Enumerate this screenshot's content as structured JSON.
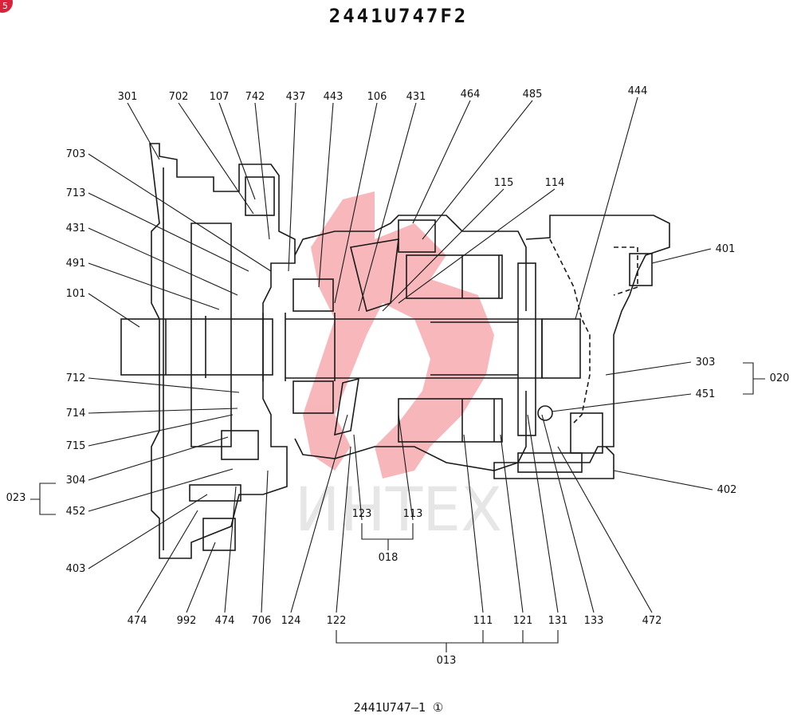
{
  "title": "2441U747F2",
  "footer": "2441U747—1 ①",
  "watermark": "ИНТЕХ",
  "corner_badge": "5",
  "colors": {
    "ink": "#1a1a1a",
    "watermark_red": "#e8313d",
    "watermark_grey": "#b8b8b8",
    "badge": "#d8233a"
  },
  "callouts": [
    {
      "id": "301",
      "text": "301"
    },
    {
      "id": "702",
      "text": "702"
    },
    {
      "id": "107",
      "text": "107"
    },
    {
      "id": "742",
      "text": "742"
    },
    {
      "id": "437",
      "text": "437"
    },
    {
      "id": "443",
      "text": "443"
    },
    {
      "id": "106",
      "text": "106"
    },
    {
      "id": "431a",
      "text": "431"
    },
    {
      "id": "464",
      "text": "464"
    },
    {
      "id": "485",
      "text": "485"
    },
    {
      "id": "444",
      "text": "444"
    },
    {
      "id": "115",
      "text": "115"
    },
    {
      "id": "114",
      "text": "114"
    },
    {
      "id": "703",
      "text": "703"
    },
    {
      "id": "713",
      "text": "713"
    },
    {
      "id": "431b",
      "text": "431"
    },
    {
      "id": "491",
      "text": "491"
    },
    {
      "id": "101",
      "text": "101"
    },
    {
      "id": "401",
      "text": "401"
    },
    {
      "id": "303",
      "text": "303"
    },
    {
      "id": "451",
      "text": "451"
    },
    {
      "id": "020",
      "text": "020"
    },
    {
      "id": "712",
      "text": "712"
    },
    {
      "id": "714",
      "text": "714"
    },
    {
      "id": "715",
      "text": "715"
    },
    {
      "id": "304",
      "text": "304"
    },
    {
      "id": "023",
      "text": "023"
    },
    {
      "id": "452",
      "text": "452"
    },
    {
      "id": "402",
      "text": "402"
    },
    {
      "id": "403",
      "text": "403"
    },
    {
      "id": "123",
      "text": "123"
    },
    {
      "id": "113",
      "text": "113"
    },
    {
      "id": "018",
      "text": "018"
    },
    {
      "id": "474a",
      "text": "474"
    },
    {
      "id": "992",
      "text": "992"
    },
    {
      "id": "474b",
      "text": "474"
    },
    {
      "id": "706",
      "text": "706"
    },
    {
      "id": "124",
      "text": "124"
    },
    {
      "id": "122",
      "text": "122"
    },
    {
      "id": "111",
      "text": "111"
    },
    {
      "id": "121",
      "text": "121"
    },
    {
      "id": "131",
      "text": "131"
    },
    {
      "id": "133",
      "text": "133"
    },
    {
      "id": "472",
      "text": "472"
    },
    {
      "id": "013",
      "text": "013"
    }
  ]
}
